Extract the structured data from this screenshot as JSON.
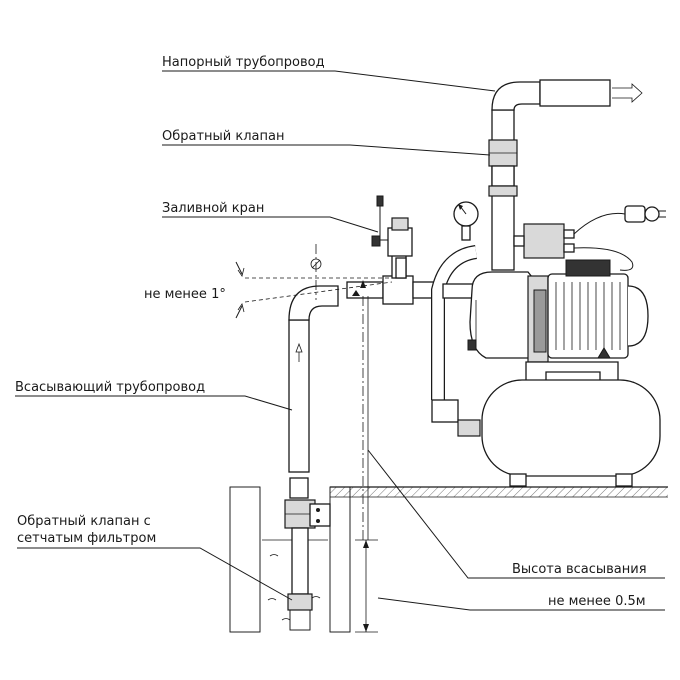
{
  "labels": {
    "discharge_pipe": "Напорный трубопровод",
    "check_valve": "Обратный клапан",
    "fill_tap": "Заливной кран",
    "min_slope": "не менее 1°",
    "suction_pipe": "Всасывающий трубопровод",
    "foot_valve_line1": "Обратный клапан с",
    "foot_valve_line2": "сетчатым фильтром",
    "suction_height": "Высота всасывания",
    "min_depth": "не менее 0.5м"
  }
}
